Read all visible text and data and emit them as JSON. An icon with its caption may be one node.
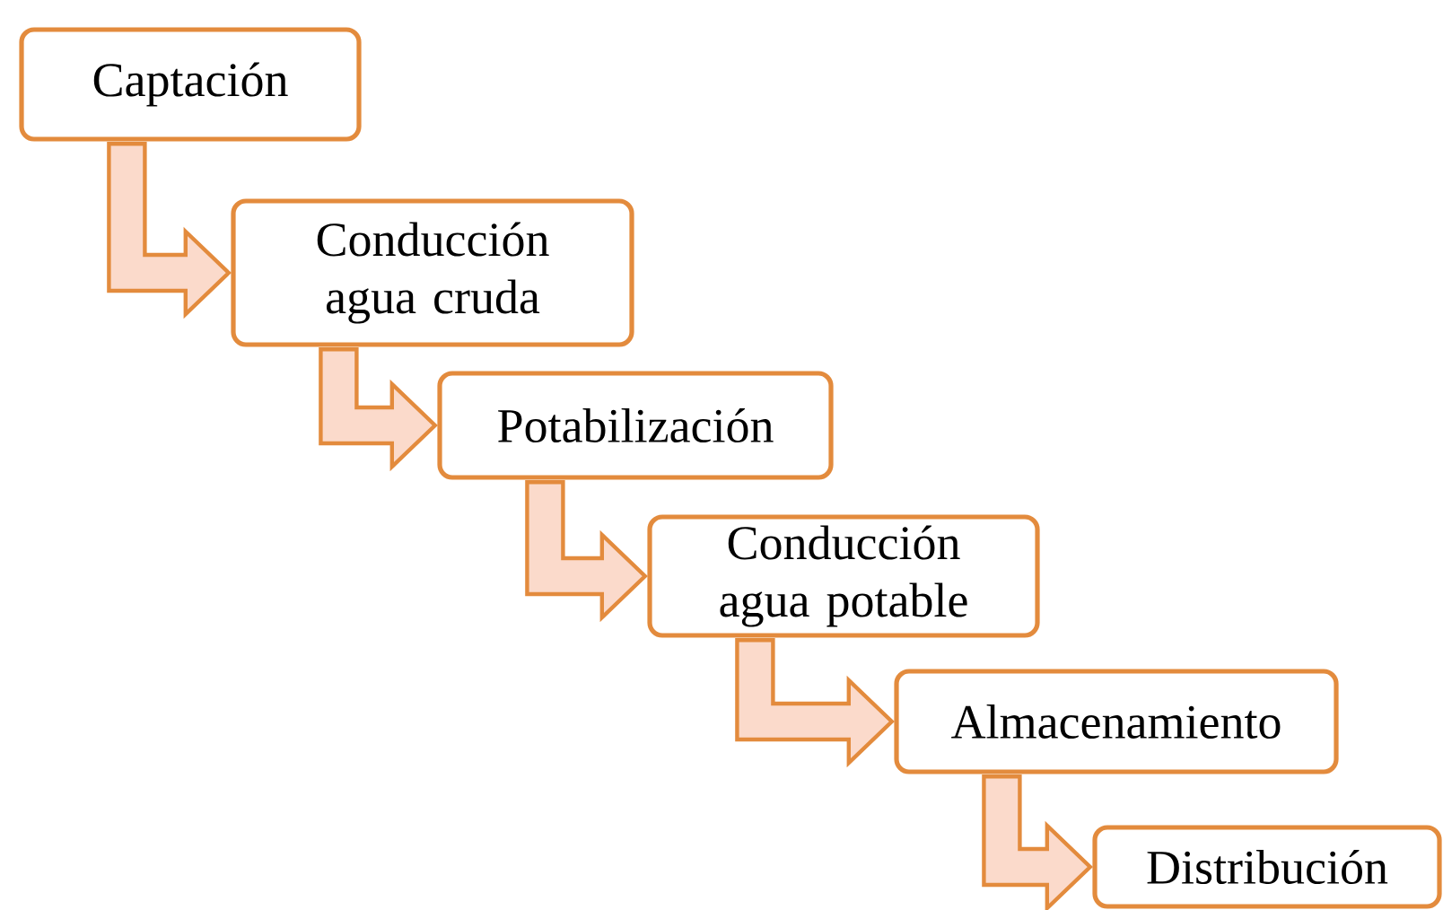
{
  "diagram": {
    "nodes": [
      {
        "text": [
          "Captación"
        ]
      },
      {
        "text": [
          "Conducción agua cruda"
        ]
      },
      {
        "text": [
          "Potabilización"
        ]
      },
      {
        "text": [
          "Conducción agua potable"
        ]
      },
      {
        "text": [
          "Almacenamiento"
        ]
      },
      {
        "text": [
          "Distribución"
        ]
      }
    ],
    "edges": [
      {
        "from": 0,
        "to": 1,
        "arrow": "to"
      },
      {
        "from": 1,
        "to": 2,
        "arrow": "to"
      },
      {
        "from": 2,
        "to": 3,
        "arrow": "to"
      },
      {
        "from": 3,
        "to": 4,
        "arrow": "to"
      },
      {
        "from": 4,
        "to": 5,
        "arrow": "to"
      }
    ]
  }
}
